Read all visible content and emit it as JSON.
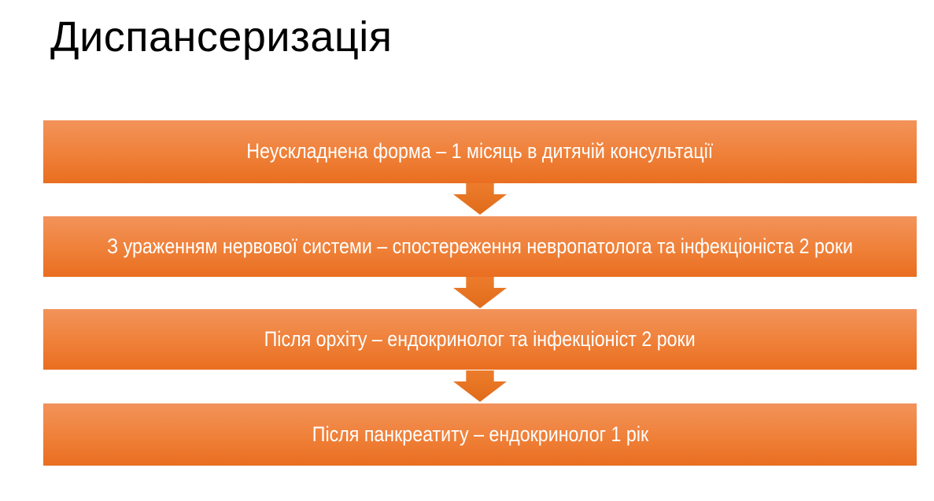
{
  "slide": {
    "title": "Диспансеризація",
    "steps": [
      {
        "label": "Неускладнена форма – 1 місяць в дитячій консультації"
      },
      {
        "label": "З ураженням нервової системи – спостереження невропатолога та інфекціоніста 2 роки"
      },
      {
        "label": "Після орхіту – ендокринолог та інфекціоніст 2 роки"
      },
      {
        "label": "Після панкреатиту – ендокринолог 1 рік"
      }
    ],
    "colors": {
      "background": "#FFFFFF",
      "title_text": "#000000",
      "bar_gradient_top": "#F2935B",
      "bar_gradient_bottom": "#E96E20",
      "arrow": "#E5731F",
      "bar_text": "#FFFFFF"
    }
  }
}
